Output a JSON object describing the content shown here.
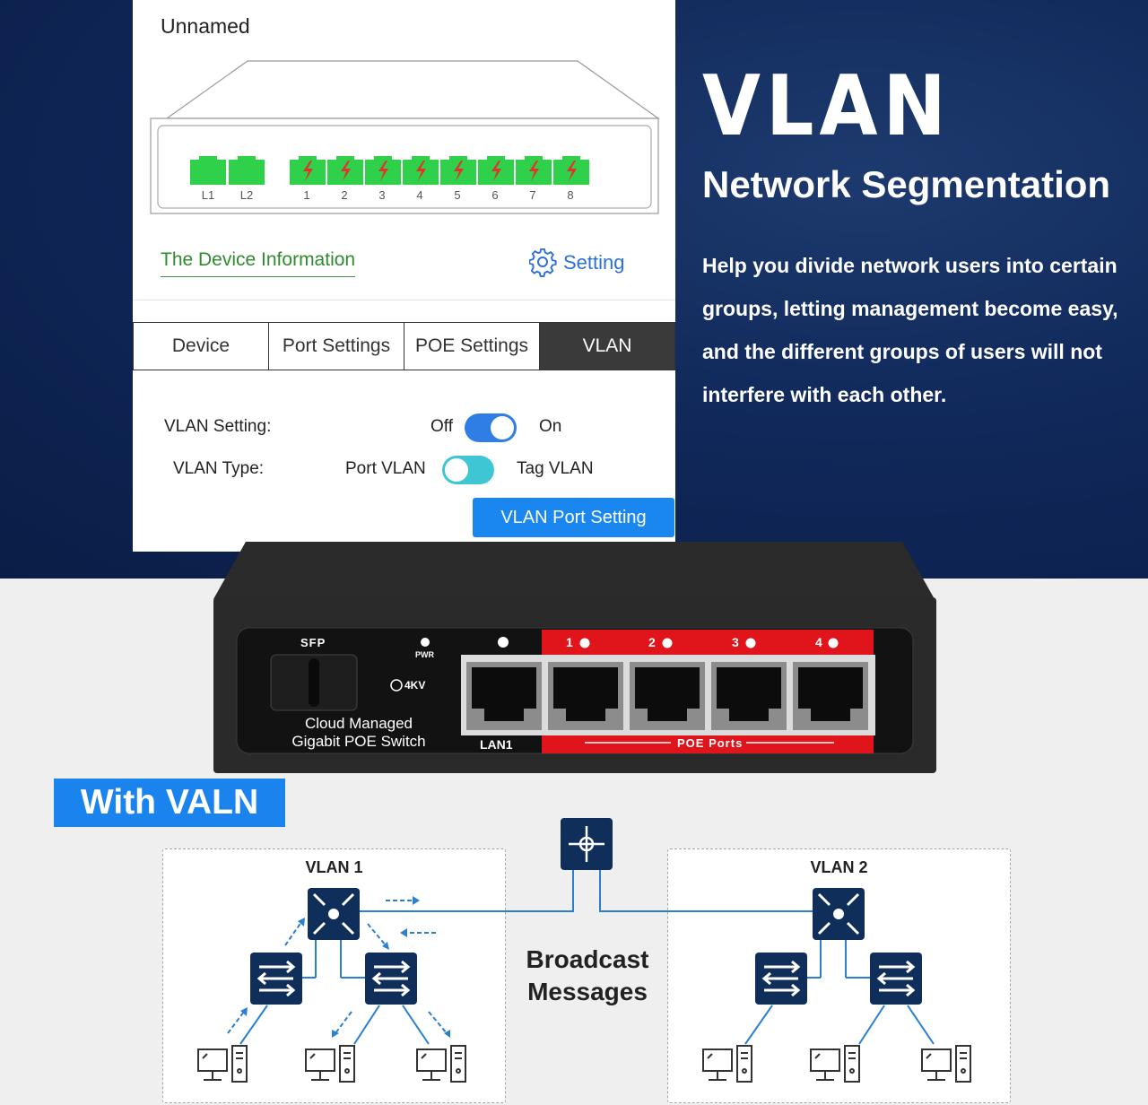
{
  "app": {
    "title": "Unnamed",
    "ports": {
      "uplinks": [
        "L1",
        "L2"
      ],
      "poe": [
        "1",
        "2",
        "3",
        "4",
        "5",
        "6",
        "7",
        "8"
      ]
    },
    "info_link": "The Device Information",
    "setting_link": "Setting",
    "tabs": [
      "Device",
      "Port Settings",
      "POE Settings",
      "VLAN"
    ],
    "active_tab": "VLAN",
    "vlan_setting": {
      "label": "VLAN Setting:",
      "off": "Off",
      "on": "On"
    },
    "vlan_type": {
      "label": "VLAN Type:",
      "left": "Port VLAN",
      "right": "Tag VLAN"
    },
    "vlan_port_button": "VLAN Port Setting"
  },
  "feature": {
    "title": "VLAN",
    "subtitle": "Network Segmentation",
    "description": "Help you divide network users into certain groups, letting management become easy, and the different groups of users will not interfere with each other."
  },
  "hardware": {
    "sfp": "SFP",
    "pwr": "PWR",
    "surge": "4KV",
    "product_line1": "Cloud Managed",
    "product_line2": "Gigabit POE Switch",
    "lan_label": "LAN1",
    "poe_label": "POE Ports",
    "poe_numbers": [
      "1",
      "2",
      "3",
      "4"
    ]
  },
  "diagram": {
    "banner": "With VALN",
    "vlan1": "VLAN 1",
    "vlan2": "VLAN 2",
    "broadcast_line1": "Broadcast",
    "broadcast_line2": "Messages"
  },
  "colors": {
    "accent_blue": "#1a86f0",
    "port_green": "#2fd04a",
    "poe_red": "#e0141b",
    "navy": "#10285a",
    "icon_navy": "#0f2e5a"
  }
}
